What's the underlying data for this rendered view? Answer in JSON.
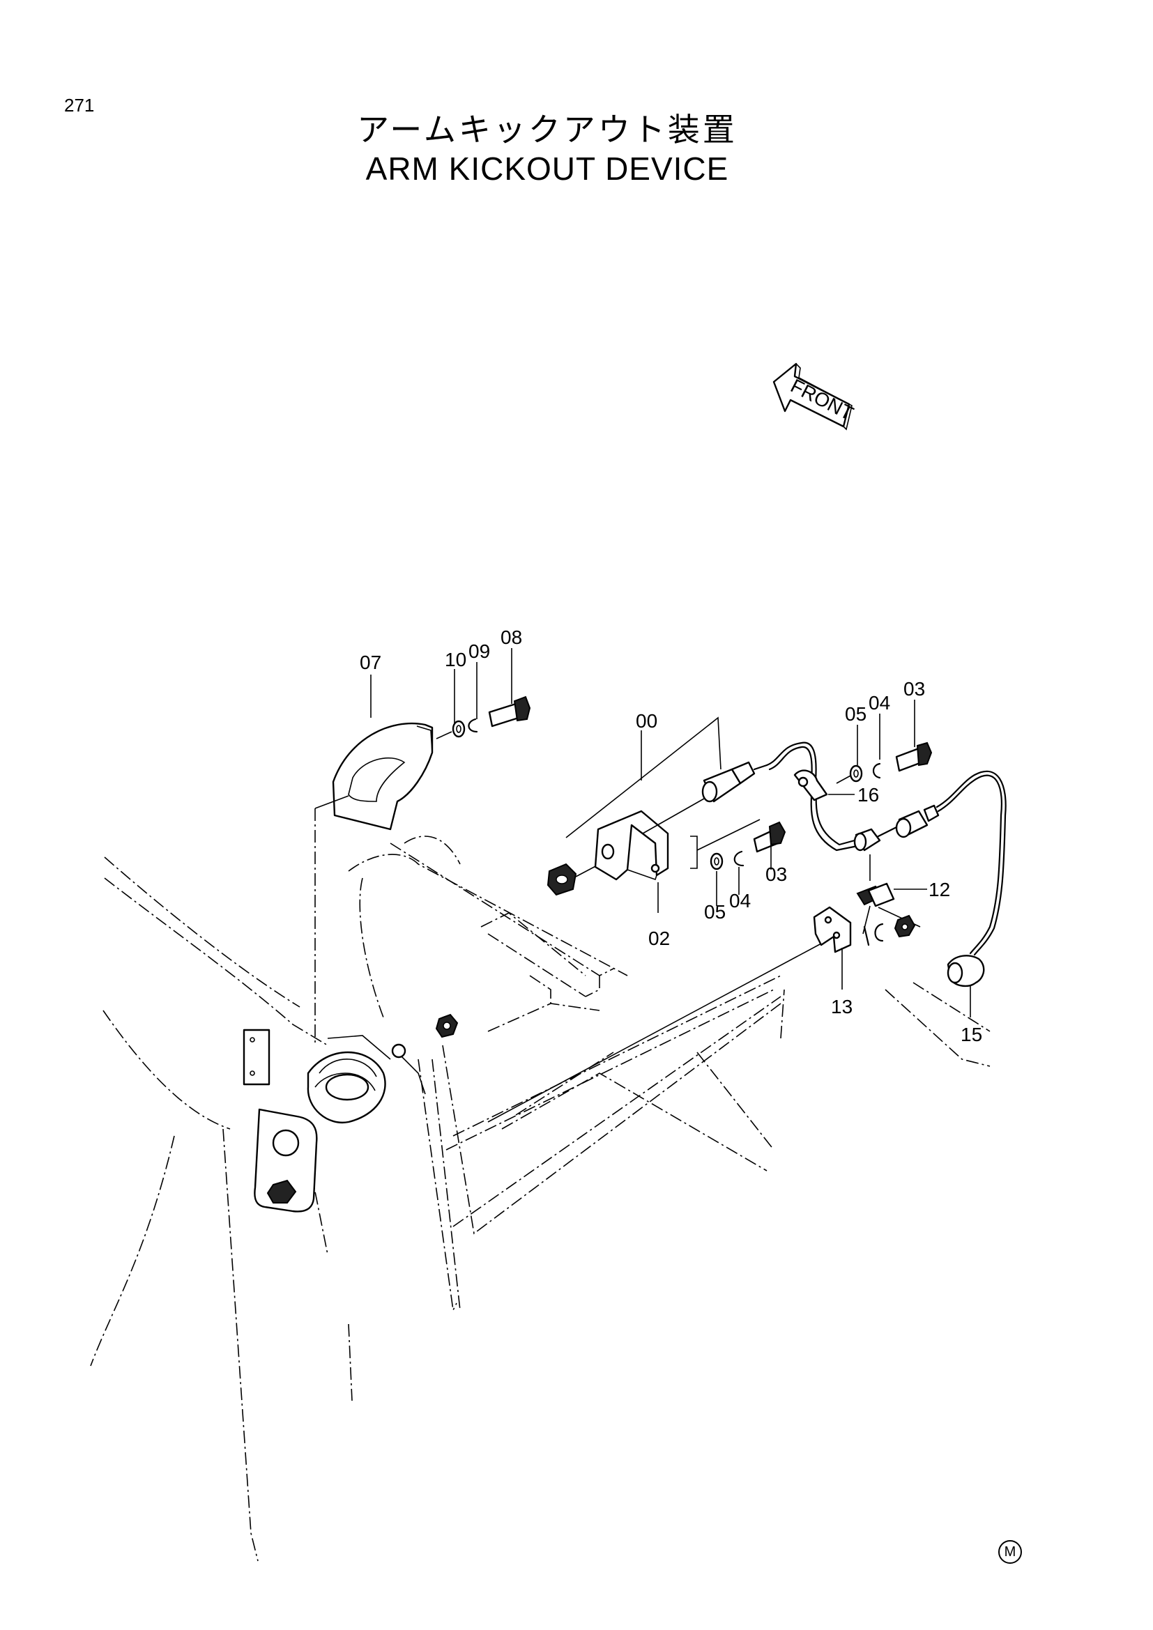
{
  "page": {
    "number": "271"
  },
  "title": {
    "japanese": "アームキックアウト装置",
    "english": "ARM KICKOUT DEVICE"
  },
  "direction_arrow": {
    "label": "FRONT"
  },
  "callouts": [
    {
      "id": "00",
      "text": "00"
    },
    {
      "id": "02",
      "text": "02"
    },
    {
      "id": "03a",
      "text": "03"
    },
    {
      "id": "03b",
      "text": "03"
    },
    {
      "id": "04a",
      "text": "04"
    },
    {
      "id": "04b",
      "text": "04"
    },
    {
      "id": "05a",
      "text": "05"
    },
    {
      "id": "05b",
      "text": "05"
    },
    {
      "id": "07",
      "text": "07"
    },
    {
      "id": "08",
      "text": "08"
    },
    {
      "id": "09",
      "text": "09"
    },
    {
      "id": "10",
      "text": "10"
    },
    {
      "id": "12",
      "text": "12"
    },
    {
      "id": "13",
      "text": "13"
    },
    {
      "id": "15",
      "text": "15"
    },
    {
      "id": "16",
      "text": "16"
    }
  ],
  "footer": {
    "mark": "M"
  }
}
